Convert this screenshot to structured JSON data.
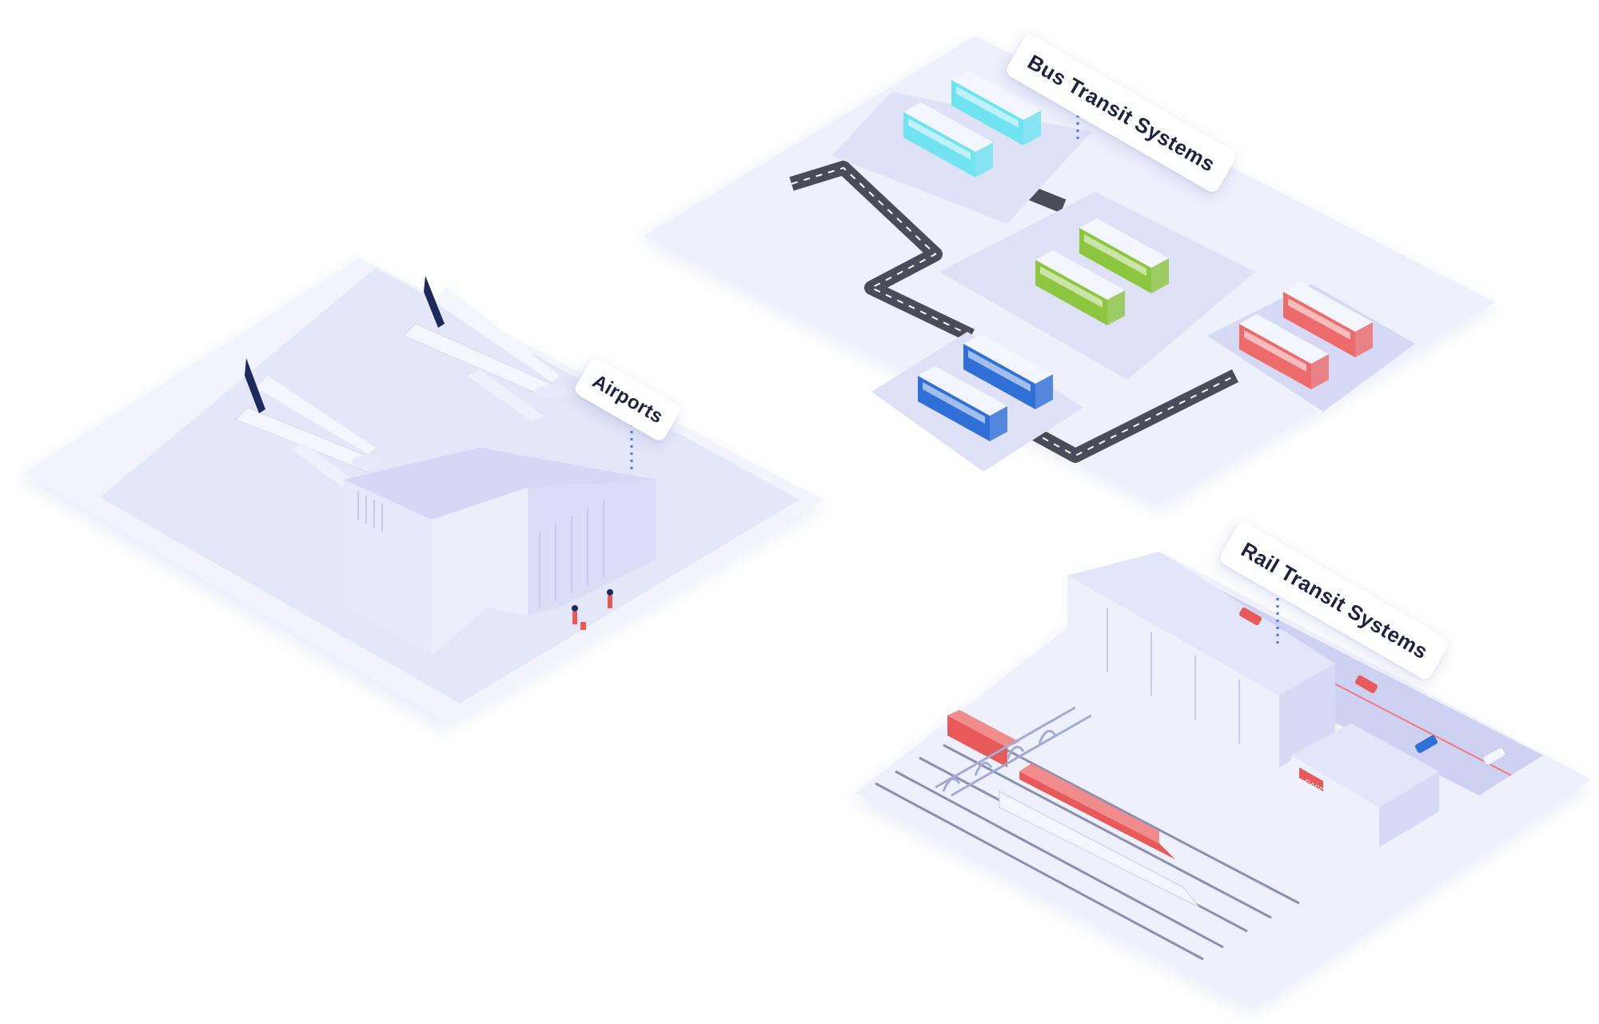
{
  "labels": {
    "airports": "Airports",
    "bus_transit": "Bus Transit Systems",
    "rail_transit": "Rail Transit Systems",
    "cafe_sign": "CAFE"
  },
  "icons": {
    "airplane": "airplane-icon",
    "bus": "bus-icon",
    "train": "train-icon",
    "car": "car-icon",
    "person": "person-icon"
  },
  "colors": {
    "platform": "#eef0fc",
    "platform_shadow": "#e4e7f8",
    "pad": "#dfe2f7",
    "road": "#4a4d57",
    "road_mark": "#ffffff",
    "bus_cyan": "#6fe3ef",
    "bus_green": "#8cc63f",
    "bus_blue": "#2f6fd6",
    "bus_red": "#ee6b6b",
    "plane_tail": "#1f2a5c",
    "building": "#e1e4f8",
    "train_red": "#e85a5a",
    "label_text": "#1d2240",
    "dotted_line": "#3d7be8"
  }
}
